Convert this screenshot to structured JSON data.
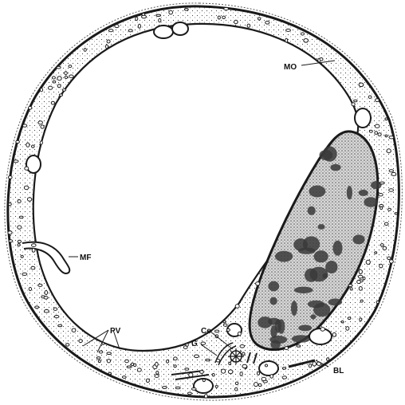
{
  "labels": {
    "mo": "MO",
    "mf": "MF",
    "pv": "PV",
    "ce": "Ce",
    "g": "G",
    "bl": "BL"
  },
  "colors": {
    "ink": "#1a1a1a",
    "lumen": "#ffffff",
    "nucleus_light": "#cfcfcf",
    "chromatin": "#3a3a3a"
  }
}
